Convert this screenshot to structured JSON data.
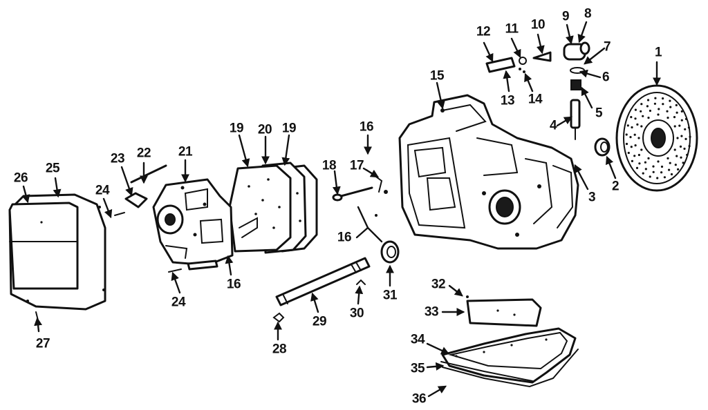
{
  "diagram": {
    "callouts": [
      "1",
      "2",
      "3",
      "4",
      "5",
      "6",
      "7",
      "8",
      "9",
      "10",
      "11",
      "12",
      "13",
      "14",
      "15",
      "16",
      "16",
      "16",
      "17",
      "18",
      "19",
      "19",
      "20",
      "21",
      "22",
      "23",
      "24",
      "24",
      "25",
      "26",
      "27",
      "28",
      "29",
      "30",
      "31",
      "32",
      "33",
      "34",
      "35",
      "36"
    ]
  }
}
